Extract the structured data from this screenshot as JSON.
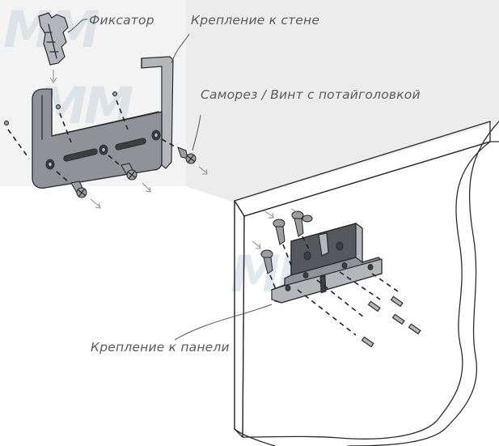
{
  "labels": {
    "fixator": "Фиксатор",
    "wall_mount": "Крепление к стене",
    "screw": "Саморез / Винт с потайголовкой",
    "panel_mount": "Крепление к панели"
  },
  "watermark": "ММ",
  "colors": {
    "metal": "#8f9399",
    "metal_dark": "#55585d",
    "background_wall": "#ebebeb",
    "watermark": "#c9d7e2"
  }
}
